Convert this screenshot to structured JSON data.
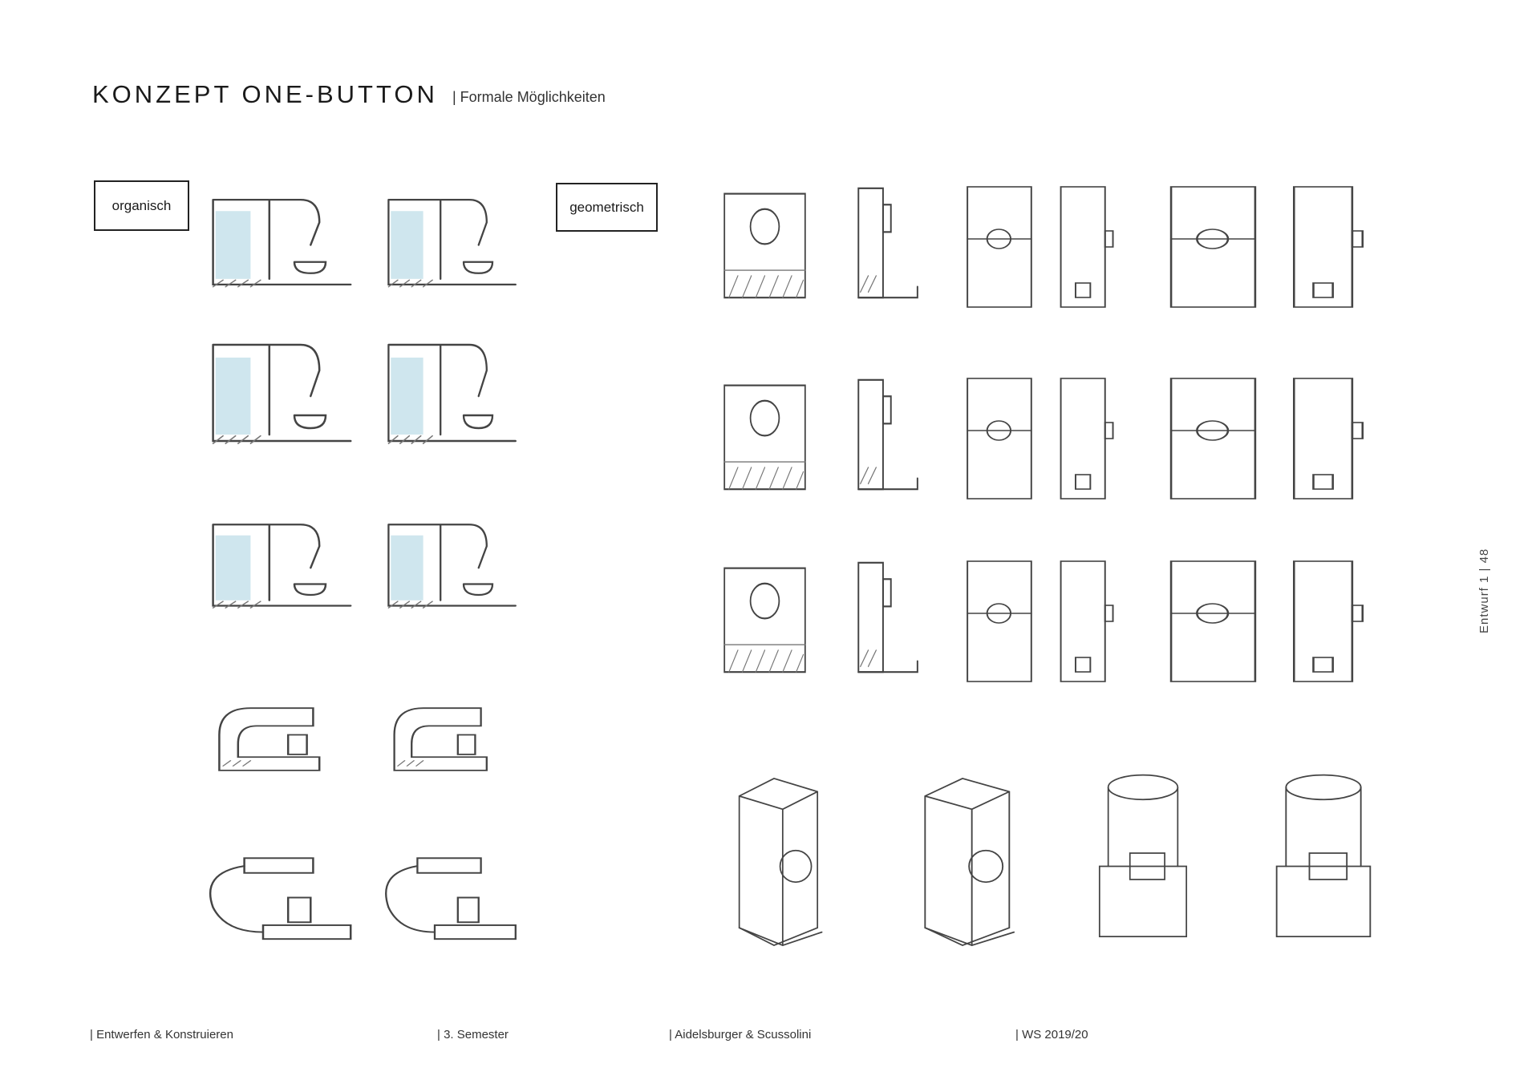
{
  "header": {
    "title": "KONZEPT ONE-BUTTON",
    "subtitle": "| Formale Möglichkeiten"
  },
  "labels": {
    "organic": "organisch",
    "geometric": "geometrisch"
  },
  "footer": {
    "course": "|  Entwerfen & Konstruieren",
    "semester": "|  3. Semester",
    "authors": "|  Aidelsburger &  Scussolini",
    "term": "|  WS 2019/20"
  },
  "side": {
    "text": "Entwurf 1   |   48"
  }
}
